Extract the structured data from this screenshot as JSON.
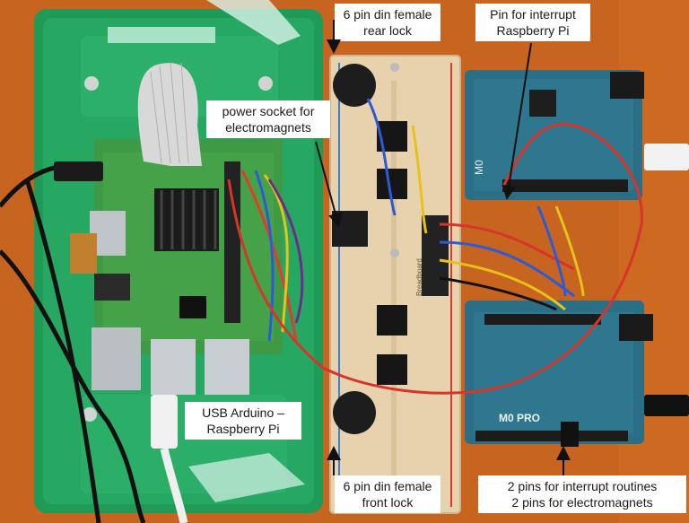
{
  "photo": {
    "labels": {
      "rear_lock": {
        "line1": "6 pin din female",
        "line2": "rear lock"
      },
      "interrupt_pin": {
        "line1": "Pin for interrupt",
        "line2": "Raspberry Pi"
      },
      "power_socket": {
        "line1": "power socket for",
        "line2": "electromagnets"
      },
      "usb": {
        "line1": "USB Arduino –",
        "line2": "Raspberry Pi"
      },
      "front_lock": {
        "line1": "6 pin din female",
        "line2": "front lock"
      },
      "pins": {
        "line1": "2 pins for interrupt routines",
        "line2": "2 pins for electromagnets"
      }
    },
    "board_markings": {
      "arduino_top": "M0",
      "arduino_bottom": "M0 PRO",
      "breadboard": "Breadboard"
    },
    "colors": {
      "background": "#c7641f",
      "acrylic": "#1f9a57",
      "breadboard": "#e7d2ad",
      "arduino": "#2b6f86",
      "label_bg": "#ffffff"
    }
  }
}
